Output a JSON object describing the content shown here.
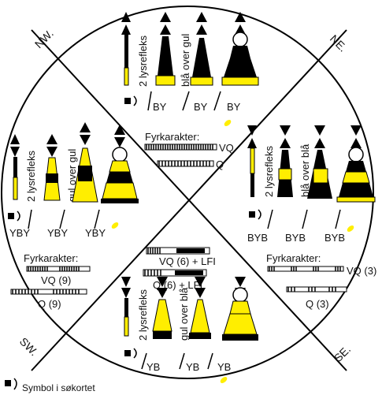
{
  "directions": {
    "nw": "NW.",
    "ne": "NE.",
    "sw": "SW.",
    "se": "SE."
  },
  "quadrants": {
    "north": {
      "float_label": "2 lysrefleks",
      "color_label": "blå over gul",
      "chart_symbols": [
        "BY",
        "BY",
        "BY"
      ]
    },
    "west": {
      "float_label": "2 lysrefleks",
      "color_label": "gul over gul",
      "chart_symbols": [
        "YBY",
        "YBY",
        "YBY"
      ],
      "fyrkarakter_title": "Fyrkarakter:",
      "lights": [
        "VQ (9)",
        "Q (9)"
      ]
    },
    "east": {
      "float_label": "2 lysrefleks",
      "color_label": "blå over blå",
      "chart_symbols": [
        "BYB",
        "BYB",
        "BYB"
      ],
      "fyrkarakter_title": "Fyrkarakter:",
      "lights": [
        "VQ (3)",
        "Q (3)"
      ]
    },
    "south": {
      "float_label": "2 lysrefleks",
      "color_label": "gul over blå",
      "chart_symbols": [
        "YB",
        "YB",
        "YB"
      ],
      "lights": [
        "VQ (6) + LFI",
        "Q (6) + LFI"
      ]
    }
  },
  "center": {
    "fyrkarakter_title": "Fyrkarakter:",
    "lights": [
      "VQ",
      "Q"
    ]
  },
  "legend": {
    "text": "Symbol i søkortet"
  },
  "colors": {
    "yellow": "#ffee00",
    "black": "#000000"
  }
}
